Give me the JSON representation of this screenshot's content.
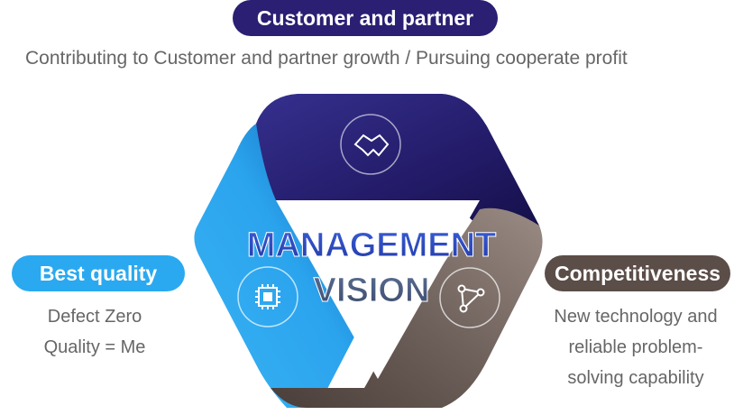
{
  "top": {
    "pill_label": "Customer and partner",
    "description": "Contributing to Customer and partner growth  / Pursuing cooperate profit",
    "color": "#2a1f73"
  },
  "left": {
    "pill_label": "Best quality",
    "lines": [
      "Defect Zero",
      "Quality = Me"
    ],
    "color": "#2aa9f0"
  },
  "right": {
    "pill_label": "Competitiveness",
    "lines": [
      "New technology and",
      "reliable problem-",
      "solving capability"
    ],
    "color": "#5b4d47"
  },
  "center": {
    "line1": "MANAGEMENT",
    "line2": "VISION"
  },
  "icons": [
    "handshake-icon",
    "chip-icon",
    "network-icon"
  ],
  "colors": {
    "text_gray": "#666666",
    "navy": "#241a6b",
    "blue": "#1e97e6",
    "brown": "#6e605a"
  }
}
